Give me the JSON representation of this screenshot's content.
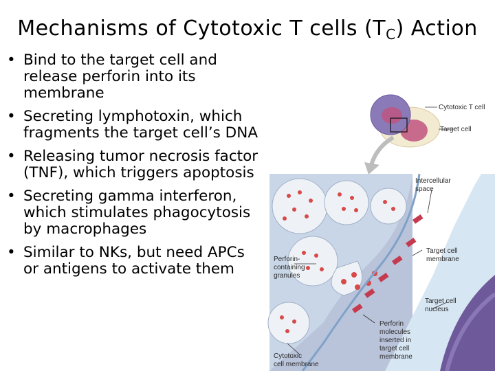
{
  "title": {
    "main": "Mechanisms of Cytotoxic T cells (T",
    "subscript": "C",
    "end": ") Action"
  },
  "bullets": [
    "Bind to the target cell and release perforin into its membrane",
    "Secreting lymphotoxin, which fragments the target cell’s DNA",
    "Releasing tumor necrosis factor (TNF), which triggers apoptosis",
    "Secreting gamma interferon, which stimulates phagocytosis by macrophages",
    "Similar to NKs, but need APCs or antigens to activate them"
  ],
  "figure_labels": {
    "cytotoxic_t_cell": "Cytotoxic T cell",
    "target_cell": "Target cell",
    "intercellular_space": [
      "Intercellular",
      "space"
    ],
    "target_cell_membrane": [
      "Target cell",
      "membrane"
    ],
    "perforin_granules": [
      "Perforin-",
      "containing",
      "granules"
    ],
    "target_cell_nucleus": [
      "Target cell",
      "nucleus"
    ],
    "perforin_molecules": [
      "Perforin",
      "molecules",
      "inserted in",
      "target cell",
      "membrane"
    ],
    "cytotoxic_cell_membrane": [
      "Cytotoxic",
      "cell membrane"
    ]
  },
  "colors": {
    "panel_bg": "#b9c3da",
    "membrane": "#d6e6f2",
    "nucleus": "#6e5a9a",
    "granule": "#d84a4a",
    "tcell": "#8a7ab8"
  }
}
